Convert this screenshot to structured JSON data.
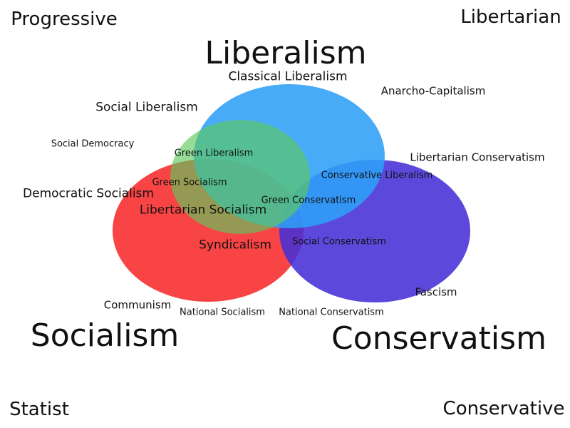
{
  "corners": {
    "top_left": "Progressive",
    "top_right": "Libertarian",
    "bottom_left": "Statist",
    "bottom_right": "Conservative"
  },
  "circles": {
    "liberalism": {
      "title": "Liberalism",
      "color": "#2d9ff7"
    },
    "socialism": {
      "title": "Socialism",
      "color": "#f72a2a"
    },
    "conservatism": {
      "title": "Conservatism",
      "color": "#4630d6"
    },
    "green": {
      "color": "#5ec95c"
    }
  },
  "labels": {
    "classical_liberalism": "Classical Liberalism",
    "anarcho_capitalism": "Anarcho-Capitalism",
    "social_liberalism": "Social Liberalism",
    "social_democracy": "Social Democracy",
    "libertarian_conservatism": "Libertarian Conservatism",
    "green_liberalism": "Green Liberalism",
    "conservative_liberalism": "Conservative Liberalism",
    "green_socialism": "Green Socialism",
    "democratic_socialism": "Democratic Socialism",
    "green_conservatism": "Green Conservatism",
    "libertarian_socialism": "Libertarian Socialism",
    "syndicalism": "Syndicalism",
    "social_conservatism": "Social Conservatism",
    "fascism": "Fascism",
    "communism": "Communism",
    "national_socialism": "National Socialism",
    "national_conservatism": "National Conservatism"
  }
}
